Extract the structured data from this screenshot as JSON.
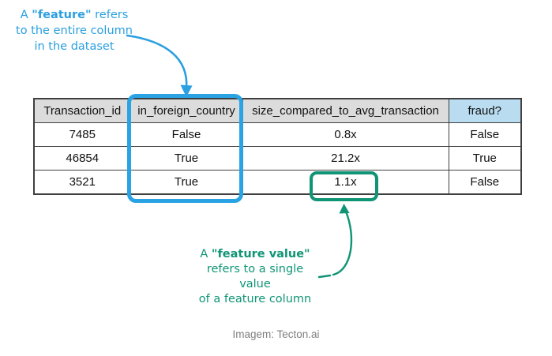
{
  "annotations": {
    "feature": {
      "line1_prefix": "A ",
      "line1_bold": "\"feature\"",
      "line1_suffix": " refers",
      "line2": "to the entire column",
      "line3": "in the dataset"
    },
    "feature_value": {
      "line1_prefix": "A ",
      "line1_bold": "\"feature value\"",
      "line1_suffix": "",
      "line2": "refers to a single value",
      "line3": "of a feature column"
    }
  },
  "table": {
    "columns": [
      {
        "label": "Transaction_id"
      },
      {
        "label": "in_foreign_country"
      },
      {
        "label": "size_compared_to_avg_transaction"
      },
      {
        "label": "fraud?"
      }
    ],
    "rows": [
      {
        "cells": [
          "7485",
          "False",
          "0.8x",
          "False"
        ]
      },
      {
        "cells": [
          "46854",
          "True",
          "21.2x",
          "True"
        ]
      },
      {
        "cells": [
          "3521",
          "True",
          "1.1x",
          "False"
        ]
      }
    ],
    "highlights": {
      "feature_column": "in_foreign_country",
      "feature_value_cell": "1.1x"
    }
  },
  "caption": "Imagem: Tecton.ai",
  "colors": {
    "feature_annotation_blue": "#2b9fe0",
    "feature_value_green": "#0f9575",
    "header_gray_bg": "#dcdcdc",
    "fraud_header_blue_bg": "#b9dcf0",
    "table_border": "#3f3f3f",
    "caption_gray": "#7f7f7f"
  }
}
